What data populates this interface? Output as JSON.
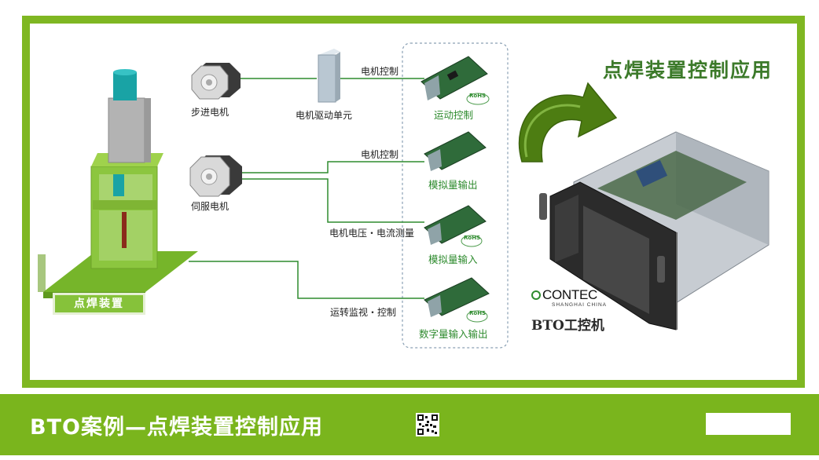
{
  "diagram": {
    "title": "点焊装置控制应用",
    "left_device_label": "点焊装置",
    "motors": {
      "stepper_label": "步进电机",
      "servo_label": "伺服电机"
    },
    "drive_unit_label": "电机驱动单元",
    "connections": {
      "motor_control_1": "电机控制",
      "motor_control_2": "电机控制",
      "voltage_current": "电机电压・电流测量",
      "operation_monitor": "运转监视・控制"
    },
    "boards": [
      {
        "label": "运动控制",
        "rohs": "RoHS"
      },
      {
        "label": "模拟量输出",
        "rohs": ""
      },
      {
        "label": "模拟量输入",
        "rohs": "RoHS"
      },
      {
        "label": "数字量输入输出",
        "rohs": "RoHS"
      }
    ],
    "brand": {
      "logo": "CONTEC",
      "sub": "SHANGHAI CHINA",
      "product": "BTO工控机"
    },
    "colors": {
      "frame": "#7fb722",
      "accent_green": "#2e8b2e",
      "title_green": "#3c7a2a"
    }
  },
  "footer": {
    "title": "BTO案例—点焊装置控制应用"
  }
}
